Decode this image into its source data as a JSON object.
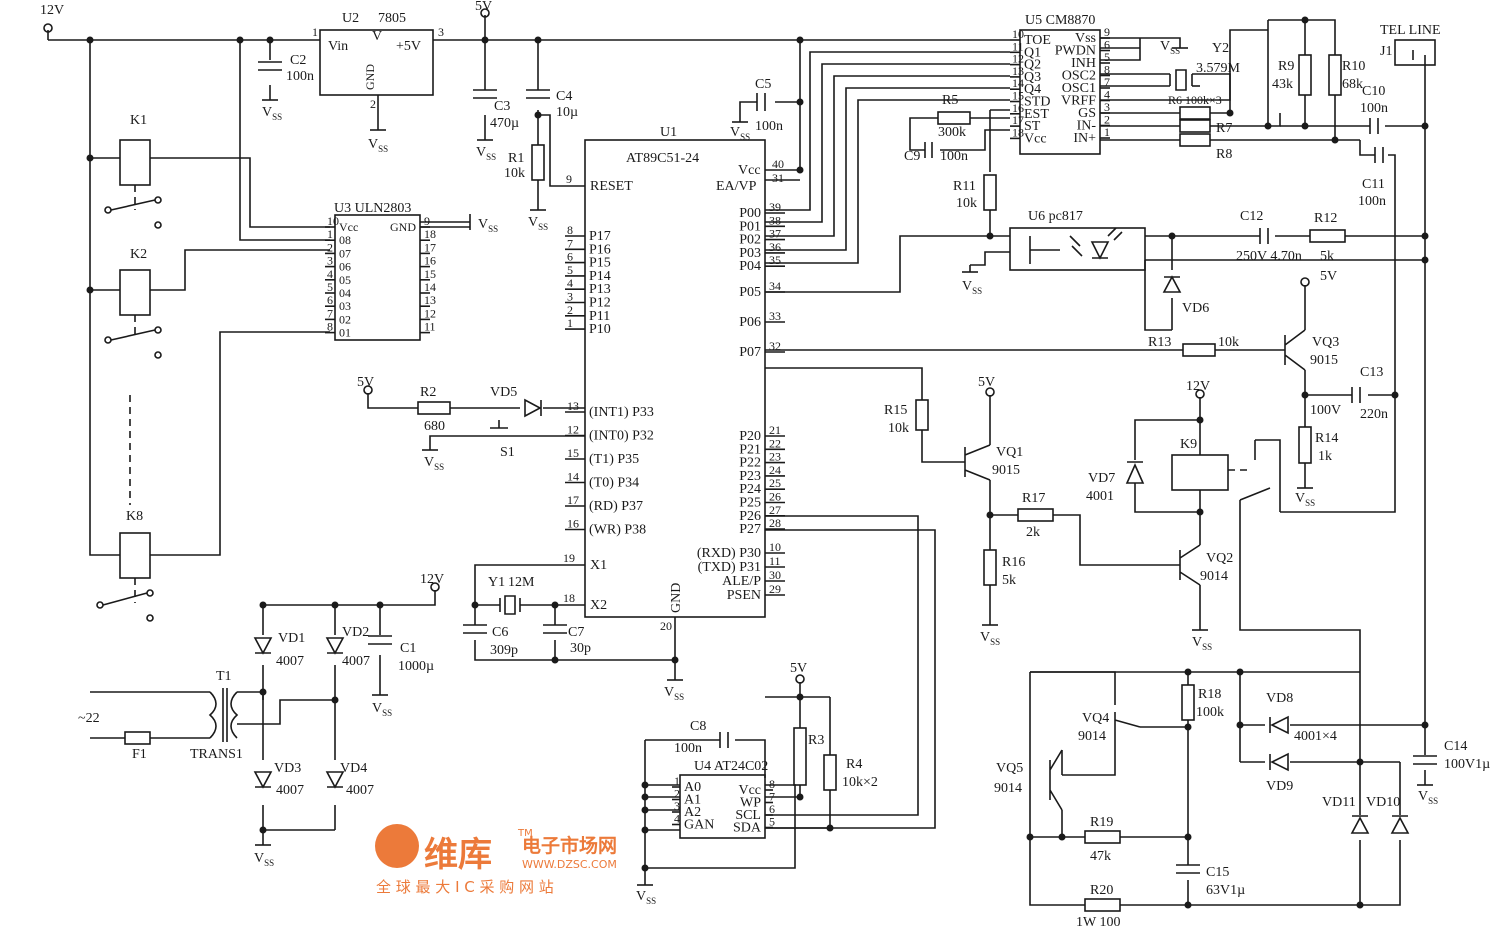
{
  "power": {
    "v12": "12V",
    "v5": "5V",
    "vss": "V",
    "vss_sub": "SS"
  },
  "u2": {
    "ref": "U2",
    "part": "7805",
    "vin": "Vin",
    "v": "V",
    "out": "+5V",
    "gnd": "GND",
    "pin1": "1",
    "pin2": "2",
    "pin3": "3"
  },
  "u5": {
    "title": "U5 CM8870",
    "left_pins": [
      {
        "num": "10",
        "name": "TOE"
      },
      {
        "num": "11",
        "name": "Q1"
      },
      {
        "num": "12",
        "name": "Q2"
      },
      {
        "num": "13",
        "name": "Q3"
      },
      {
        "num": "14",
        "name": "Q4"
      },
      {
        "num": "15",
        "name": "STD"
      },
      {
        "num": "16",
        "name": "EST"
      },
      {
        "num": "17",
        "name": "ST"
      },
      {
        "num": "18",
        "name": "Vcc"
      }
    ],
    "right_pins": [
      {
        "num": "9",
        "name": "Vss"
      },
      {
        "num": "6",
        "name": "PWDN"
      },
      {
        "num": "5",
        "name": "INH"
      },
      {
        "num": "8",
        "name": "OSC2"
      },
      {
        "num": "7",
        "name": "OSC1"
      },
      {
        "num": "4",
        "name": "VRFF"
      },
      {
        "num": "3",
        "name": "GS"
      },
      {
        "num": "2",
        "name": "IN-"
      },
      {
        "num": "1",
        "name": "IN+"
      }
    ]
  },
  "u3": {
    "title": "U3 ULN2803",
    "vcc": "Vcc",
    "gnd": "GND",
    "left_pins": [
      {
        "num": "10",
        "name": "Vcc"
      },
      {
        "num": "1",
        "name": "08"
      },
      {
        "num": "2",
        "name": "07"
      },
      {
        "num": "3",
        "name": "06"
      },
      {
        "num": "4",
        "name": "05"
      },
      {
        "num": "5",
        "name": "04"
      },
      {
        "num": "6",
        "name": "03"
      },
      {
        "num": "7",
        "name": "02"
      },
      {
        "num": "8",
        "name": "01"
      }
    ],
    "right_pins": [
      {
        "num": "9",
        "name": "GND"
      },
      {
        "num": "18",
        "name": ""
      },
      {
        "num": "17",
        "name": ""
      },
      {
        "num": "16",
        "name": ""
      },
      {
        "num": "15",
        "name": ""
      },
      {
        "num": "14",
        "name": ""
      },
      {
        "num": "13",
        "name": ""
      },
      {
        "num": "12",
        "name": ""
      },
      {
        "num": "11",
        "name": ""
      }
    ]
  },
  "u1": {
    "ref": "U1",
    "part": "AT89C51-24",
    "reset": "RESET",
    "vcc": "Vcc",
    "eavp": "EA/VP",
    "x1": "X1",
    "x2": "X2",
    "gnd": "GND",
    "left_p1": [
      {
        "num": "8",
        "name": "P17"
      },
      {
        "num": "7",
        "name": "P16"
      },
      {
        "num": "6",
        "name": "P15"
      },
      {
        "num": "5",
        "name": "P14"
      },
      {
        "num": "4",
        "name": "P13"
      },
      {
        "num": "3",
        "name": "P12"
      },
      {
        "num": "2",
        "name": "P11"
      },
      {
        "num": "1",
        "name": "P10"
      }
    ],
    "left_p3": [
      {
        "num": "13",
        "name": "(INT1) P33"
      },
      {
        "num": "12",
        "name": "(INT0) P32"
      },
      {
        "num": "15",
        "name": "(T1)    P35"
      },
      {
        "num": "14",
        "name": "(T0)    P34"
      },
      {
        "num": "17",
        "name": "(RD)    P37"
      },
      {
        "num": "16",
        "name": "(WR)    P38"
      }
    ],
    "right_p0": [
      {
        "num": "39",
        "name": "P00"
      },
      {
        "num": "38",
        "name": "P01"
      },
      {
        "num": "37",
        "name": "P02"
      },
      {
        "num": "36",
        "name": "P03"
      },
      {
        "num": "35",
        "name": "P04"
      }
    ],
    "right_misc": [
      {
        "num": "34",
        "name": "P05"
      },
      {
        "num": "33",
        "name": "P06"
      },
      {
        "num": "32",
        "name": "P07"
      }
    ],
    "right_p2": [
      {
        "num": "21",
        "name": "P20"
      },
      {
        "num": "22",
        "name": "P21"
      },
      {
        "num": "23",
        "name": "P22"
      },
      {
        "num": "24",
        "name": "P23"
      },
      {
        "num": "25",
        "name": "P24"
      },
      {
        "num": "26",
        "name": "P25"
      },
      {
        "num": "27",
        "name": "P26"
      },
      {
        "num": "28",
        "name": "P27"
      }
    ],
    "right_bot": [
      {
        "num": "10",
        "name": "(RXD) P30"
      },
      {
        "num": "11",
        "name": "(TXD) P31"
      },
      {
        "num": "30",
        "name": "ALE/P"
      },
      {
        "num": "29",
        "name": "PSEN"
      }
    ],
    "pin40": "40",
    "pin31": "31",
    "pin9": "9",
    "pin19": "19",
    "pin18": "18",
    "pin20": "20"
  },
  "u4": {
    "title": "U4 AT24C02",
    "left": [
      {
        "num": "1",
        "name": "A0"
      },
      {
        "num": "2",
        "name": "A1"
      },
      {
        "num": "3",
        "name": "A2"
      },
      {
        "num": "4",
        "name": "GAN"
      }
    ],
    "right": [
      {
        "num": "8",
        "name": "Vcc"
      },
      {
        "num": "7",
        "name": "WP"
      },
      {
        "num": "6",
        "name": "SCL"
      },
      {
        "num": "5",
        "name": "SDA"
      }
    ]
  },
  "u6": {
    "label": "U6 pc817"
  },
  "components": {
    "C2": {
      "ref": "C2",
      "val": "100n"
    },
    "C3": {
      "ref": "C3",
      "val": "470µ"
    },
    "C4": {
      "ref": "C4",
      "val": "10µ"
    },
    "C5": {
      "ref": "C5",
      "val": "100n"
    },
    "R1": {
      "ref": "R1",
      "val": "10k"
    },
    "Y2": {
      "ref": "Y2",
      "val": "3.579M"
    },
    "R6": {
      "label": "R6 100k×3"
    },
    "R5": {
      "ref": "R5",
      "val": "300k"
    },
    "C9": {
      "ref": "C9",
      "val": "100n"
    },
    "R7": {
      "ref": "R7"
    },
    "R8": {
      "ref": "R8"
    },
    "R9": {
      "ref": "R9",
      "val": "43k"
    },
    "R10": {
      "ref": "R10",
      "val": "68k"
    },
    "C10": {
      "ref": "C10",
      "val": "100n"
    },
    "C11": {
      "ref": "C11",
      "val": "100n"
    },
    "R11": {
      "ref": "R11",
      "val": "10k"
    },
    "C12": {
      "ref": "C12",
      "val": "250V 4.70n"
    },
    "R12": {
      "ref": "R12",
      "val": "5k"
    },
    "VD6": {
      "ref": "VD6"
    },
    "R13": {
      "ref": "R13",
      "val": "10k"
    },
    "VQ3": {
      "ref": "VQ3",
      "val": "9015"
    },
    "C13": {
      "ref": "C13",
      "val": "220n",
      "v": "100V"
    },
    "R14": {
      "ref": "R14",
      "val": "1k"
    },
    "R15": {
      "ref": "R15",
      "val": "10k"
    },
    "VQ1": {
      "ref": "VQ1",
      "val": "9015"
    },
    "R17": {
      "ref": "R17",
      "val": "2k"
    },
    "R16": {
      "ref": "R16",
      "val": "5k"
    },
    "K9": {
      "ref": "K9"
    },
    "VD7": {
      "ref": "VD7",
      "val": "4001"
    },
    "VQ2": {
      "ref": "VQ2",
      "val": "9014"
    },
    "R2": {
      "ref": "R2",
      "val": "680"
    },
    "VD5": {
      "ref": "VD5"
    },
    "S1": {
      "ref": "S1"
    },
    "Y1": {
      "ref": "Y1",
      "val": "12M"
    },
    "C6": {
      "ref": "C6",
      "val": "309p"
    },
    "C7": {
      "ref": "C7",
      "val": "30p"
    },
    "C8": {
      "ref": "C8",
      "val": "100n"
    },
    "R3": {
      "ref": "R3"
    },
    "R4": {
      "ref": "R4",
      "val": "10k×2"
    },
    "VD1": {
      "ref": "VD1",
      "val": "4007"
    },
    "VD2": {
      "ref": "VD2",
      "val": "4007"
    },
    "VD3": {
      "ref": "VD3",
      "val": "4007"
    },
    "VD4": {
      "ref": "VD4",
      "val": "4007"
    },
    "C1": {
      "ref": "C1",
      "val": "1000µ"
    },
    "T1": {
      "ref": "T1",
      "name": "TRANS1"
    },
    "F1": {
      "ref": "F1"
    },
    "ac": {
      "label": "~22"
    },
    "K1": {
      "ref": "K1"
    },
    "K2": {
      "ref": "K2"
    },
    "K8": {
      "ref": "K8"
    },
    "VQ4": {
      "ref": "VQ4",
      "val": "9014"
    },
    "VQ5": {
      "ref": "VQ5",
      "val": "9014"
    },
    "R18": {
      "ref": "R18",
      "val": "100k"
    },
    "R19": {
      "ref": "R19",
      "val": "47k"
    },
    "R20": {
      "ref": "R20",
      "val": "1W 100"
    },
    "C15": {
      "ref": "C15",
      "val": "63V1µ"
    },
    "VD8": {
      "ref": "VD8",
      "val": "4001×4"
    },
    "VD9": {
      "ref": "VD9"
    },
    "VD10": {
      "ref": "VD10"
    },
    "VD11": {
      "ref": "VD11"
    },
    "C14": {
      "ref": "C14",
      "val": "100V1µ"
    },
    "J1": {
      "ref": "J1",
      "line": "TEL LINE"
    }
  },
  "watermark": {
    "brand": "维库",
    "tm": "TM",
    "site_cn": "电子市场网",
    "url": "WWW.DZSC.COM",
    "slogan": "全 球 最 大 I C 采 购 网 站",
    "color": "#ec7a3a"
  }
}
